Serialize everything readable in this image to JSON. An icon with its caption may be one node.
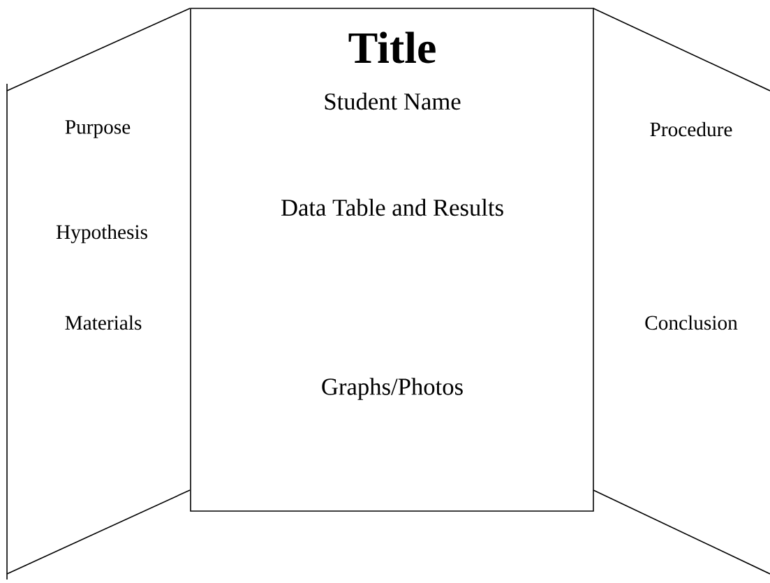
{
  "diagram": {
    "nodes": [
      {
        "text": [
          "Purpose",
          "Hypothesis",
          "Materials"
        ]
      },
      {
        "text": [
          "Title",
          "Student Name",
          "Data Table and Results",
          "Graphs/Photos"
        ]
      },
      {
        "text": [
          "Procedure",
          "Conclusion"
        ]
      }
    ]
  }
}
